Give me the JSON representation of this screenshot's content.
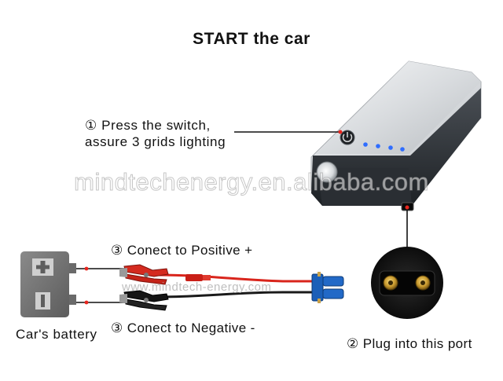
{
  "title": "START the car",
  "steps": {
    "press_line1": "① Press the switch,",
    "press_line2": "assure 3 grids lighting",
    "plug": "② Plug into this port",
    "positive": "③ Conect to Positive +",
    "negative": "③ Conect to Negative -"
  },
  "battery": {
    "label": "Car's battery",
    "plus_symbol": "+",
    "minus_symbol": "I"
  },
  "watermarks": {
    "main": "mindtechenergy.en.alibaba.com",
    "small": "www.mindtech-energy.com"
  },
  "colors": {
    "positive_clamp": "#d42a1f",
    "negative_clamp": "#151515",
    "cable_positive": "#d9251c",
    "connector": "#1b5fb8",
    "indicator": "#2f6dff",
    "battery_body": "#707070"
  }
}
